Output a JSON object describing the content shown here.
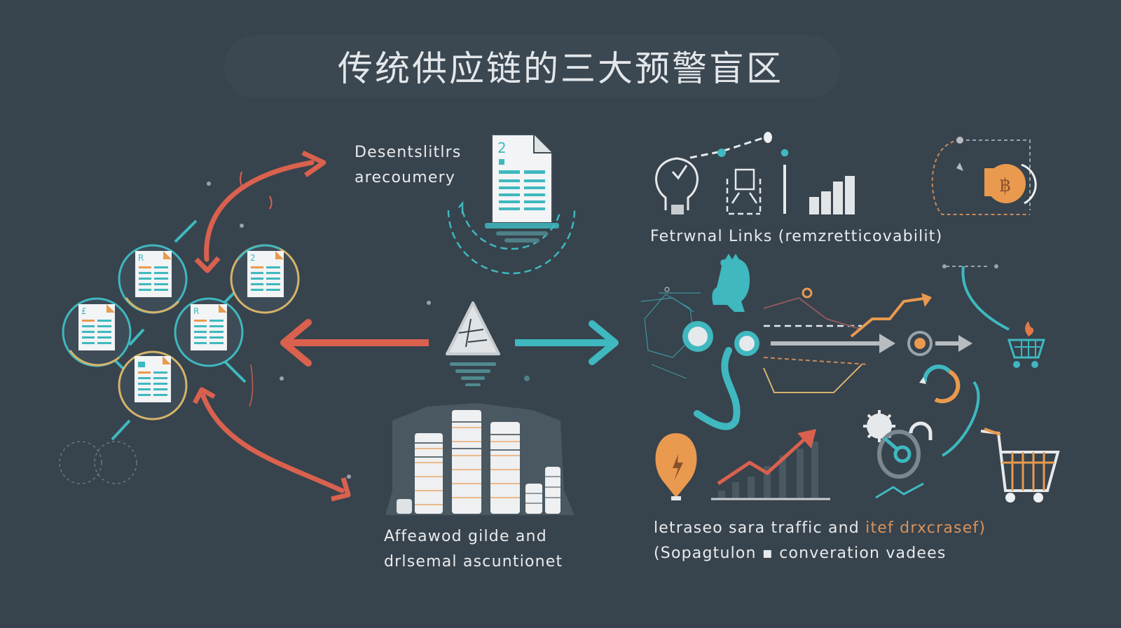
{
  "title": "传统供应链的三大预警盲区",
  "colors": {
    "background": "#37434d",
    "teal": "#3fb8bf",
    "red": "#d9614e",
    "orange": "#e99a4f",
    "gold": "#d6b36a",
    "light": "#e6e9eb",
    "grey": "#9aa3aa"
  },
  "sections": {
    "top_center": {
      "line1": "Desentslitlrs",
      "line2": "arecoumery",
      "icon": "document-icon",
      "doc_number": "2"
    },
    "top_right": {
      "label": "Fetrwnal Links (remzretticovabilit)",
      "icons": [
        "lightbulb-check-icon",
        "network-nodes-icon",
        "bar-chart-icon",
        "dollar-coin-icon"
      ]
    },
    "center": {
      "icon": "warning-triangle-icon",
      "left_arrow": "arrow-left-icon",
      "right_arrow": "arrow-right-icon"
    },
    "bottom_center": {
      "line1": "Affeawod gilde and",
      "line2": "drlsemal ascuntionet",
      "icon": "coin-stacks-icon"
    },
    "bottom_right": {
      "line1_main": "letraseo sara traffic and ",
      "line1_accent": "itef drxcrasef)",
      "line2": "(Sopagtulon ▪ converation vadees",
      "icons": [
        "lightbulb-bolt-icon",
        "trend-chart-icon",
        "gear-lock-icon",
        "shopping-cart-icon"
      ]
    },
    "left_cluster": {
      "doc_labels": [
        "R",
        "2",
        "£",
        "R",
        ""
      ],
      "icon": "document-network-icon"
    }
  }
}
